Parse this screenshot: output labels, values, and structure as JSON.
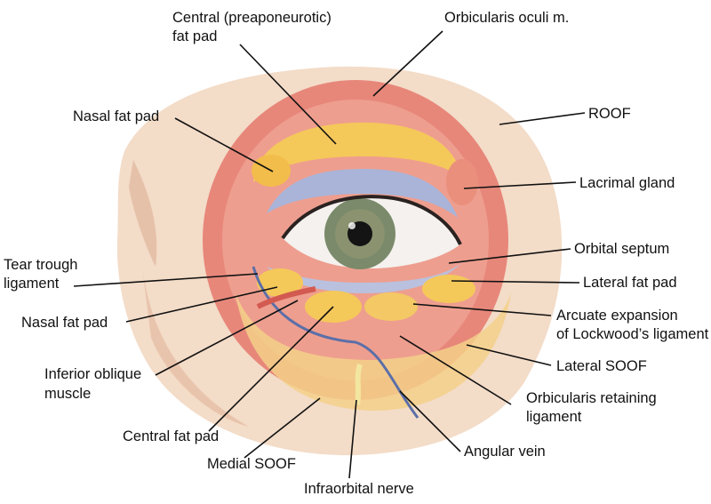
{
  "labels": {
    "central_fat_pad_top_1": "Central (preaponeurotic)",
    "central_fat_pad_top_2": "fat pad",
    "orbicularis_oculi": "Orbicularis oculi m.",
    "nasal_fat_pad_upper": "Nasal fat pad",
    "roof": "ROOF",
    "lacrimal_gland": "Lacrimal gland",
    "orbital_septum": "Orbital septum",
    "tear_trough_1": "Tear trough",
    "tear_trough_2": "ligament",
    "lateral_fat_pad": "Lateral fat pad",
    "nasal_fat_pad_lower": "Nasal fat pad",
    "arcuate_1": "Arcuate expansion",
    "arcuate_2": "of Lockwood’s ligament",
    "inferior_oblique_1": "Inferior oblique",
    "inferior_oblique_2": "muscle",
    "lateral_soof": "Lateral SOOF",
    "orbicularis_retaining_1": "Orbicularis retaining",
    "orbicularis_retaining_2": "ligament",
    "central_fat_pad_lower": "Central fat pad",
    "angular_vein": "Angular vein",
    "medial_soof": "Medial SOOF",
    "infraorbital_nerve": "Infraorbital nerve"
  },
  "colors": {
    "skin": "#f3d9c4",
    "muscle": "#e7877a",
    "fat": "#f5c85a",
    "septum": "#a9b4d8",
    "iris": "#7a8a6a",
    "vein": "#5b6fa8"
  }
}
